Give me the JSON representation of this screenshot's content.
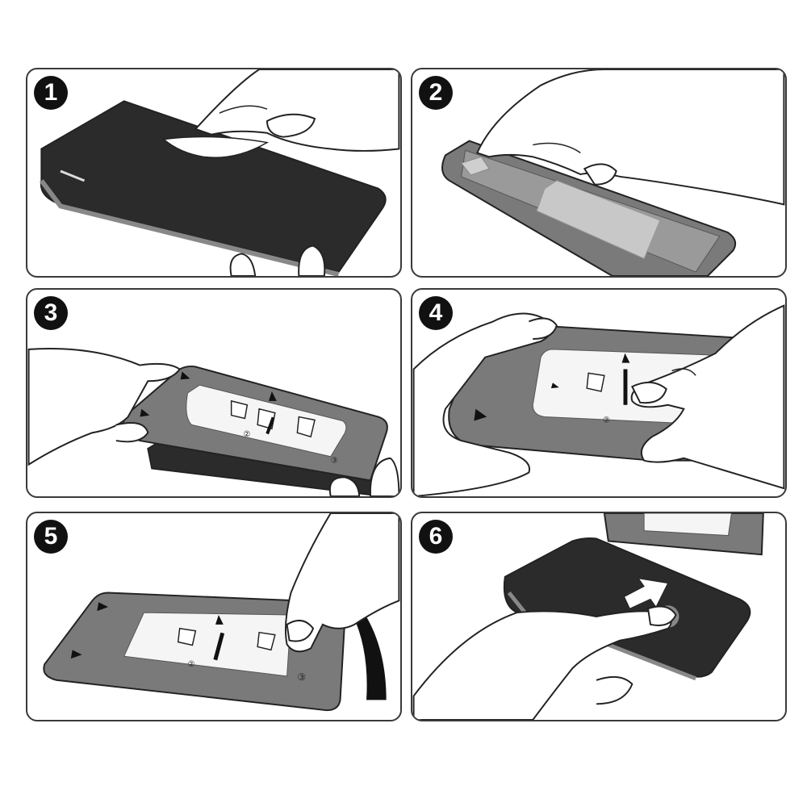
{
  "steps": [
    {
      "number": "1"
    },
    {
      "number": "2"
    },
    {
      "number": "3"
    },
    {
      "number": "4"
    },
    {
      "number": "5"
    },
    {
      "number": "6"
    }
  ],
  "stickers": {
    "tab_number_2": "②",
    "tab_number_3": "③"
  },
  "colors": {
    "panel_border": "#3a3a3a",
    "phone_dark": "#2b2b2b",
    "protector_gray": "#7a7a7a",
    "sticker_white": "#f5f5f5",
    "hand_fill": "#ffffff",
    "line": "#222222"
  }
}
